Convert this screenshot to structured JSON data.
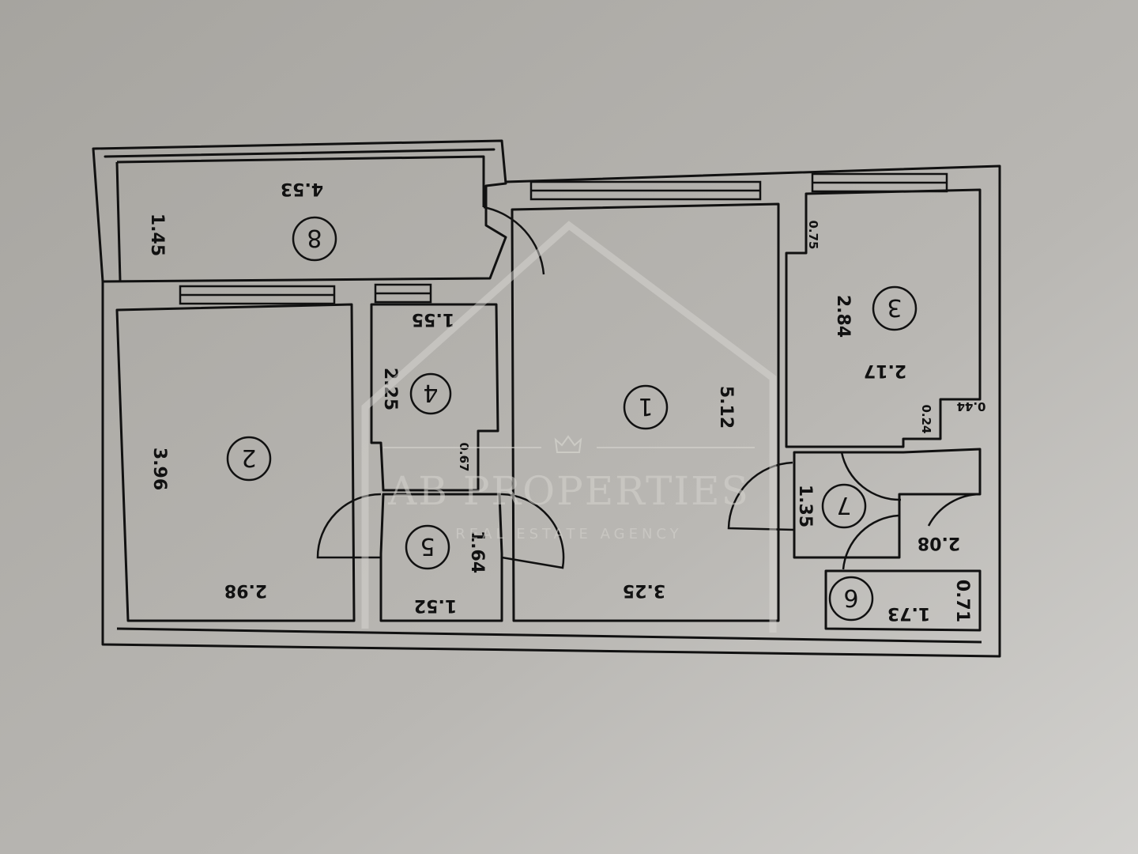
{
  "plan": {
    "rooms": [
      {
        "number": "1",
        "dims": [
          "3.25",
          "5.12"
        ]
      },
      {
        "number": "2",
        "dims": [
          "2.98",
          "3.96"
        ]
      },
      {
        "number": "3",
        "dims": [
          "2.17",
          "2.84",
          "0.75",
          "0.44",
          "0.24"
        ]
      },
      {
        "number": "4",
        "dims": [
          "1.55",
          "2.25",
          "0.67"
        ]
      },
      {
        "number": "5",
        "dims": [
          "1.52",
          "1.64"
        ]
      },
      {
        "number": "6",
        "dims": [
          "1.73",
          "0.71"
        ]
      },
      {
        "number": "7",
        "dims": [
          "1.35",
          "2.08"
        ]
      },
      {
        "number": "8",
        "dims": [
          "4.53",
          "1.45"
        ]
      }
    ]
  },
  "watermark": {
    "name": "AB PROPERTIES",
    "tagline": "REAL ESTATE AGENCY"
  },
  "colors": {
    "paper_top": "#a9a7a2",
    "paper_bottom": "#cfcecb",
    "ink": "#111111"
  }
}
